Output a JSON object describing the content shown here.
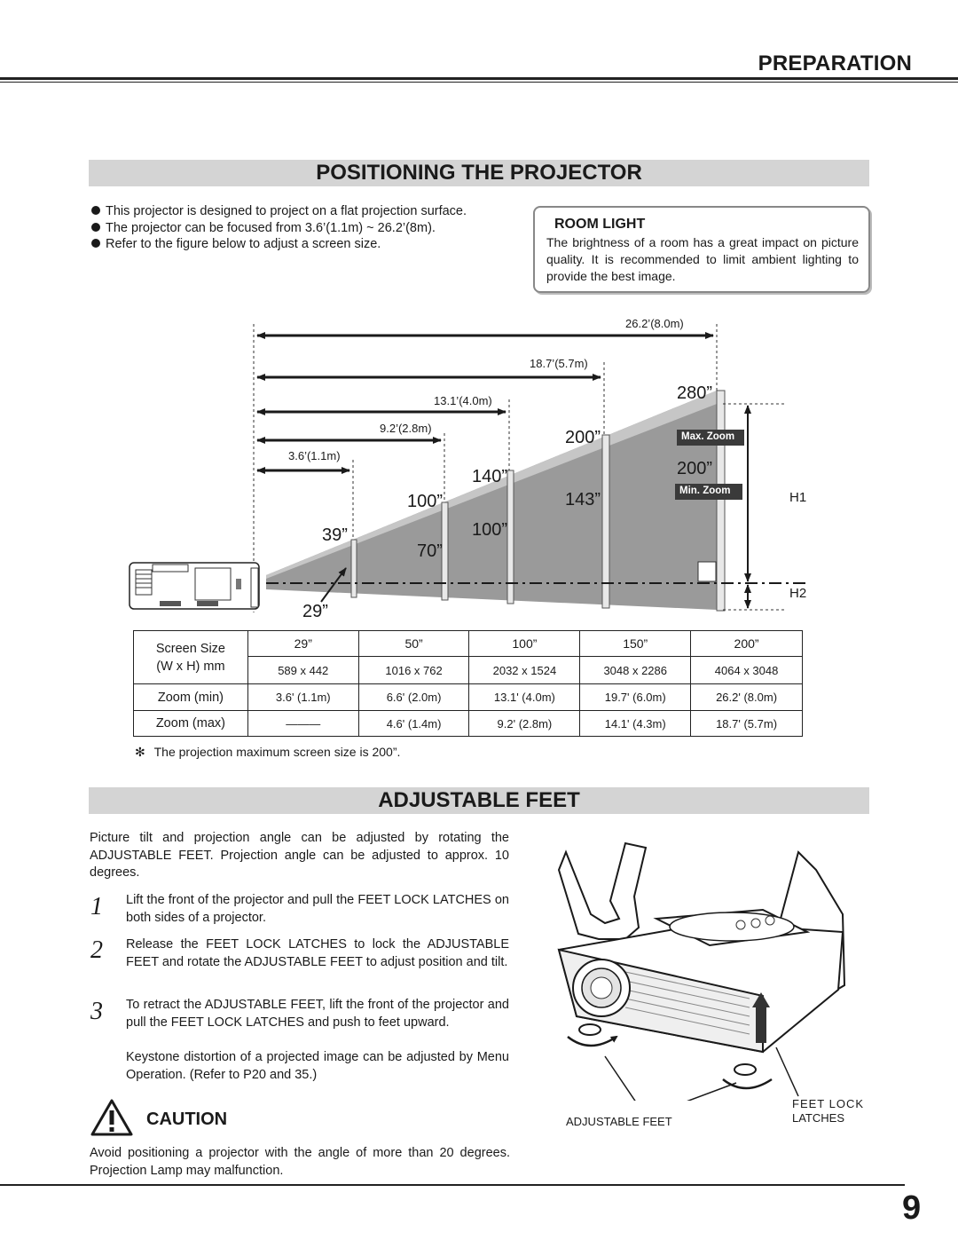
{
  "header": {
    "title": "PREPARATION"
  },
  "positioning": {
    "title": "POSITIONING THE PROJECTOR",
    "bullets": [
      "This projector is designed to project on a flat projection surface.",
      "The projector can be focused from 3.6’(1.1m) ~ 26.2’(8m).",
      "Refer to the figure below to adjust a screen size."
    ],
    "room_light": {
      "title": "ROOM LIGHT",
      "text": "The brightness of a room has a great impact on picture quality.  It is recommended to limit ambient lighting to provide the best image."
    },
    "diagram": {
      "distances": [
        "26.2’(8.0m)",
        "18.7’(5.7m)",
        "13.1’(4.0m)",
        "9.2’(2.8m)",
        "3.6’(1.1m)"
      ],
      "max_zoom_sizes": [
        "280”",
        "200”",
        "140”",
        "100”",
        "39”"
      ],
      "min_zoom_sizes": [
        "200”",
        "143”",
        "100”",
        "70”",
        "29”"
      ],
      "max_zoom_label": "Max. Zoom",
      "min_zoom_label": "Min. Zoom",
      "h1_label": "H1",
      "h2_label": "H2"
    },
    "table": {
      "row_header": [
        "Screen Size",
        "(W x H) mm",
        "Zoom (min)",
        "Zoom (max)"
      ],
      "sizes": [
        "29”",
        "50”",
        "100”",
        "150”",
        "200”"
      ],
      "mm": [
        "589 x 442",
        "1016 x 762",
        "2032 x 1524",
        "3048 x 2286",
        "4064 x 3048"
      ],
      "zoom_min": [
        "3.6' (1.1m)",
        "6.6' (2.0m)",
        "13.1' (4.0m)",
        "19.7' (6.0m)",
        "26.2' (8.0m)"
      ],
      "zoom_max": [
        "———",
        "4.6' (1.4m)",
        "9.2' (2.8m)",
        "14.1' (4.3m)",
        "18.7' (5.7m)"
      ]
    },
    "note_symbol": "✻",
    "note": "The projection maximum screen size is 200”."
  },
  "feet": {
    "title": "ADJUSTABLE FEET",
    "intro": "Picture tilt and projection angle can be adjusted by rotating the ADJUSTABLE FEET.  Projection angle can be adjusted to approx. 10 degrees.",
    "steps": [
      {
        "num": "1",
        "text": "Lift the front of the projector and pull the FEET LOCK LATCHES on both sides of a projector."
      },
      {
        "num": "2",
        "text": "Release the FEET LOCK LATCHES to lock the ADJUSTABLE FEET and rotate the ADJUSTABLE FEET to adjust position and tilt."
      },
      {
        "num": "3",
        "text": "To retract the ADJUSTABLE FEET, lift the front of the projector and pull the FEET LOCK LATCHES and push to feet upward."
      }
    ],
    "keystone": "Keystone distortion of a projected image can be adjusted by Menu Operation.  (Refer to P20 and 35.)",
    "figure": {
      "adjustable_feet_label": "ADJUSTABLE FEET",
      "latch_label_1": "FEET LOCK",
      "latch_label_2": "LATCHES"
    }
  },
  "caution": {
    "title": "CAUTION",
    "text": "Avoid positioning a projector with the angle of more than 20 degrees.  Projection Lamp may malfunction."
  },
  "page_number": "9"
}
